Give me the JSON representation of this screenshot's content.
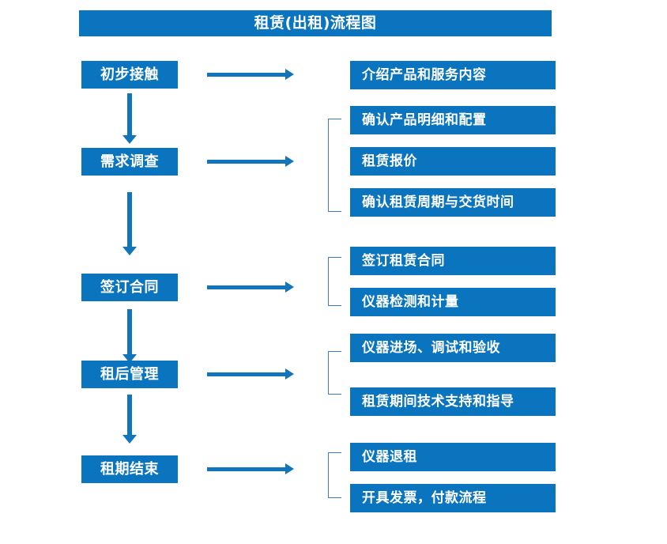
{
  "title": "租赁(出租)流程图",
  "colors": {
    "box_fill": "#0b74be",
    "box_text": "#ffffff",
    "arrow": "#1274bb",
    "bracket": "#3d7ebd",
    "background": "#ffffff"
  },
  "flow": {
    "stages": [
      {
        "label": "初步接触",
        "details": [
          "介绍产品和服务内容"
        ],
        "bracket": false
      },
      {
        "label": "需求调查",
        "details": [
          "确认产品明细和配置",
          "租赁报价",
          "确认租赁周期与交货时间"
        ],
        "bracket": true
      },
      {
        "label": "签订合同",
        "details": [
          "签订租赁合同",
          "仪器检测和计量"
        ],
        "bracket": true
      },
      {
        "label": "租后管理",
        "details": [
          "仪器进场、调试和验收",
          "租赁期间技术支持和指导"
        ],
        "bracket": true
      },
      {
        "label": "租期结束",
        "details": [
          "仪器退租",
          "开具发票，付款流程"
        ],
        "bracket": true
      }
    ],
    "connectors": {
      "vertical_count": 4,
      "horizontal_count": 5,
      "vertical_direction": "down",
      "horizontal_direction": "right"
    }
  }
}
